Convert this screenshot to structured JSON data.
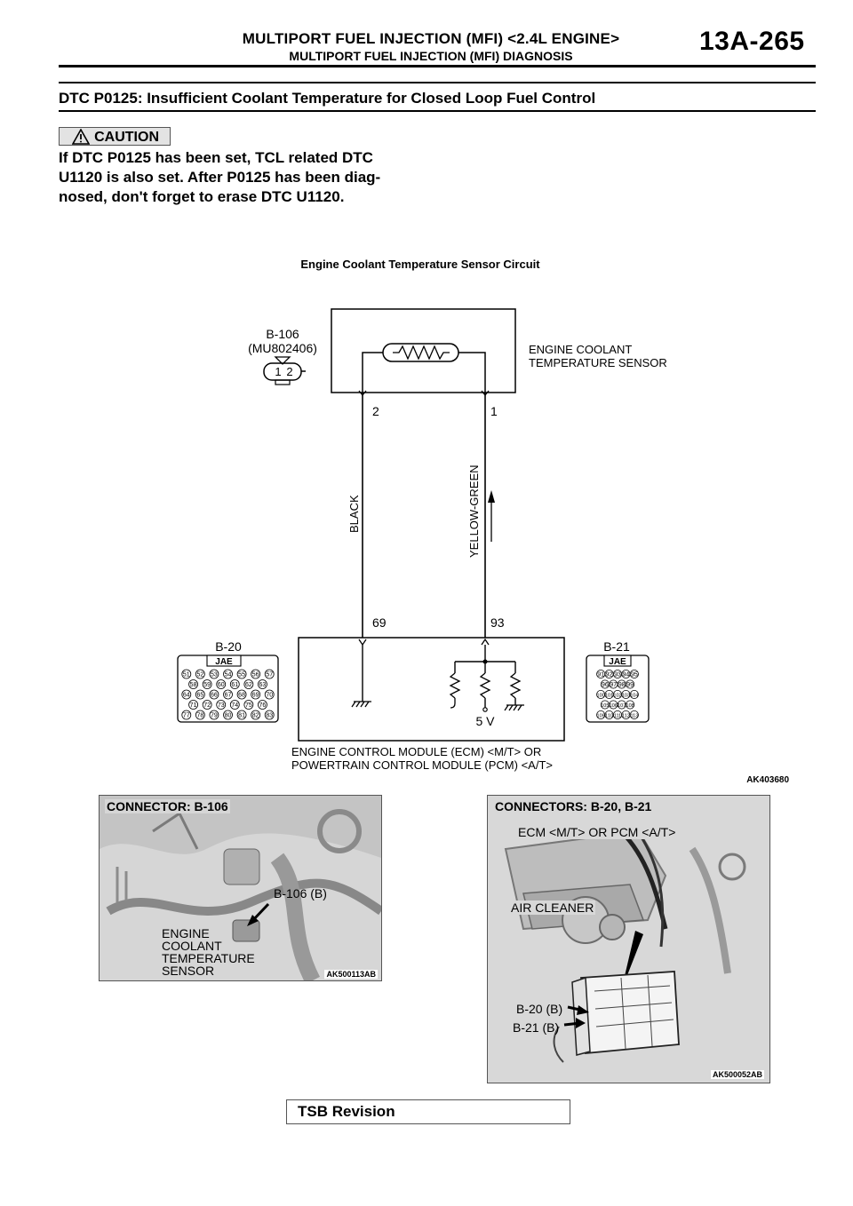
{
  "header": {
    "title": "MULTIPORT FUEL INJECTION (MFI) <2.4L ENGINE>",
    "subtitle": "MULTIPORT FUEL INJECTION (MFI) DIAGNOSIS",
    "page_number": "13A-265"
  },
  "dtc_heading": "DTC P0125: Insufficient Coolant Temperature for Closed Loop Fuel Control",
  "caution": {
    "label": "CAUTION",
    "lines": [
      "If DTC P0125 has been set, TCL related DTC",
      "U1120 is also set. After P0125 has been diag-",
      "nosed, don't forget to erase DTC U1120."
    ]
  },
  "diagram": {
    "title": "Engine Coolant Temperature Sensor Circuit",
    "sensor_connector": "B-106",
    "sensor_part_no": "(MU802406)",
    "sensor_pins": [
      "1",
      "2"
    ],
    "sensor_label_line1": "ENGINE COOLANT",
    "sensor_label_line2": "TEMPERATURE SENSOR",
    "pin_left": "2",
    "pin_right": "1",
    "wire_left": "BLACK",
    "wire_right": "YELLOW-GREEN",
    "ecm_pin_left": "69",
    "ecm_pin_right": "93",
    "ecm_connector_left": "B-20",
    "ecm_connector_right": "B-21",
    "connector_brand": "JAE",
    "b20_rows": [
      [
        "51",
        "52",
        "53",
        "54",
        "55",
        "56",
        "57"
      ],
      [
        "58",
        "59",
        "60",
        "61",
        "62",
        "63"
      ],
      [
        "64",
        "65",
        "66",
        "67",
        "68",
        "69",
        "70"
      ],
      [
        "71",
        "72",
        "73",
        "74",
        "75",
        "76"
      ],
      [
        "77",
        "78",
        "79",
        "80",
        "81",
        "82",
        "83"
      ]
    ],
    "b21_rows": [
      [
        "91",
        "92",
        "93",
        "94",
        "95"
      ],
      [
        "96",
        "97",
        "98",
        "99"
      ],
      [
        "100",
        "101",
        "102",
        "103",
        "104"
      ],
      [
        "105",
        "106",
        "107",
        "108"
      ],
      [
        "109",
        "110",
        "111",
        "112",
        "113"
      ]
    ],
    "voltage": "5 V",
    "ecm_label_line1": "ENGINE CONTROL MODULE (ECM) <M/T> OR",
    "ecm_label_line2": "POWERTRAIN CONTROL MODULE (PCM) <A/T>",
    "figure_code": "AK403680"
  },
  "photo_left": {
    "title": "CONNECTOR: B-106",
    "callout": "B-106 (B)",
    "label_lines": [
      "ENGINE",
      "COOLANT",
      "TEMPERATURE",
      "SENSOR"
    ],
    "figure_code": "AK500113AB"
  },
  "photo_right": {
    "title": "CONNECTORS: B-20, B-21",
    "callout_ecm": "ECM <M/T> OR PCM <A/T>",
    "callout_air": "AIR CLEANER",
    "callout_b20": "B-20 (B)",
    "callout_b21": "B-21 (B)",
    "figure_code": "AK500052AB"
  },
  "footer": {
    "tsb_label": "TSB Revision"
  }
}
